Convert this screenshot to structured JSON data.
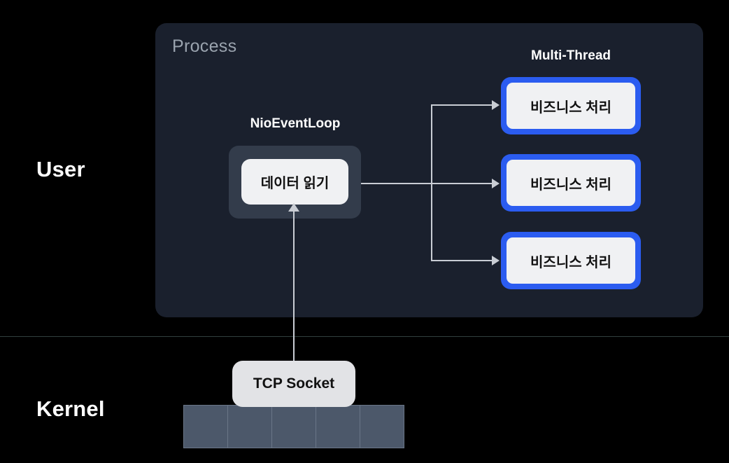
{
  "layers": {
    "user_label": "User",
    "kernel_label": "Kernel"
  },
  "process_panel": {
    "title": "Process"
  },
  "captions": {
    "nioeventloop": "NioEventLoop",
    "multithread": "Multi-Thread"
  },
  "nodes": {
    "data_read": "데이터 읽기",
    "tcp_socket": "TCP Socket"
  },
  "threads": [
    {
      "label": "비즈니스 처리"
    },
    {
      "label": "비즈니스 처리"
    },
    {
      "label": "비즈니스 처리"
    }
  ],
  "kernel_buffer": {
    "cells": [
      "",
      "",
      "",
      "",
      ""
    ]
  },
  "colors": {
    "background": "#000000",
    "process_panel": "#1a202d",
    "thread_accent": "#2b5cf0",
    "node_fill": "#f0f1f3",
    "loop_container": "#333c4b",
    "buffer_cell": "#4c586a",
    "connector": "#c9cdd4",
    "divider": "#31403f",
    "process_title": "#9aa3ae",
    "label_text": "#ffffff"
  }
}
